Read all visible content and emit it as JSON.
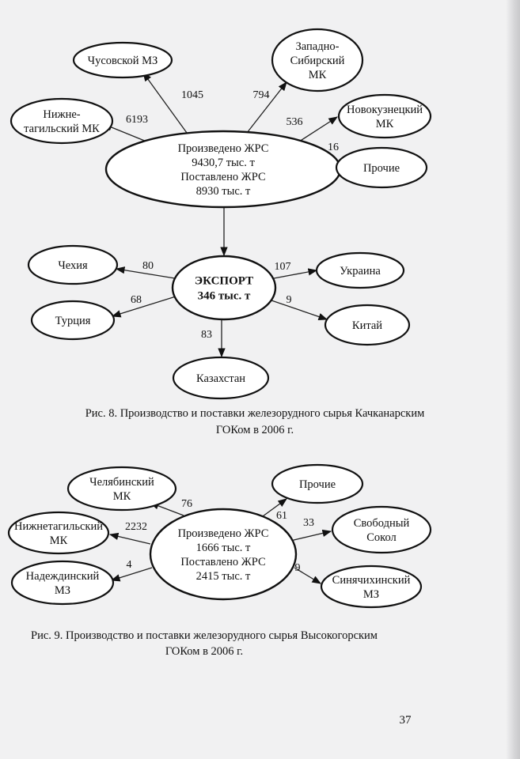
{
  "figure8": {
    "caption": [
      "Рис. 8. Производство и поставки железорудного сырья Качканарским",
      "ГОКом в 2006 г."
    ],
    "nodes": {
      "center": [
        "Произведено ЖРС",
        "9430,7 тыс. т",
        "Поставлено ЖРС",
        "8930 тыс. т"
      ],
      "chusovskoy": [
        "Чусовской МЗ"
      ],
      "nizhnetagilsky": [
        "Нижне-",
        "тагильский МК"
      ],
      "zapadno_sibirsky": [
        "Западно-",
        "Сибирский",
        "МК"
      ],
      "novokuznetsky": [
        "Новокузнецкий",
        "МК"
      ],
      "prochie": [
        "Прочие"
      ],
      "export": [
        "ЭКСПОРТ",
        "346 тыс. т"
      ],
      "chekhia": [
        "Чехия"
      ],
      "turtsia": [
        "Турция"
      ],
      "ukraina": [
        "Украина"
      ],
      "kitai": [
        "Китай"
      ],
      "kazakhstan": [
        "Казахстан"
      ]
    },
    "edges": {
      "chusovskoy": "1045",
      "nizhnetagilsky": "6193",
      "zapadno_sibirsky": "794",
      "novokuznetsky": "536",
      "prochie": "16",
      "chekhia": "80",
      "turtsia": "68",
      "ukraina": "107",
      "kitai": "9",
      "kazakhstan": "83"
    }
  },
  "figure9": {
    "caption": [
      "Рис. 9. Производство и поставки железорудного сырья Высокогорским",
      "ГОКом в 2006 г."
    ],
    "nodes": {
      "center": [
        "Произведено ЖРС",
        "1666 тыс. т",
        "Поставлено ЖРС",
        "2415 тыс. т"
      ],
      "chelyabinsky": [
        "Челябинский",
        "МК"
      ],
      "nizhnetagilsky": [
        "Нижнетагильский",
        "МК"
      ],
      "nadezhdinsky": [
        "Надеждинский",
        "МЗ"
      ],
      "prochie": [
        "Прочие"
      ],
      "svobodny_sokol": [
        "Свободный",
        "Сокол"
      ],
      "sinyachikhinsky": [
        "Синячихинский",
        "МЗ"
      ]
    },
    "edges": {
      "chelyabinsky": "76",
      "nizhnetagilsky": "2232",
      "nadezhdinsky": "4",
      "prochie": "61",
      "svobodny_sokol": "33",
      "sinyachikhinsky": "9"
    }
  },
  "page_number": "37"
}
